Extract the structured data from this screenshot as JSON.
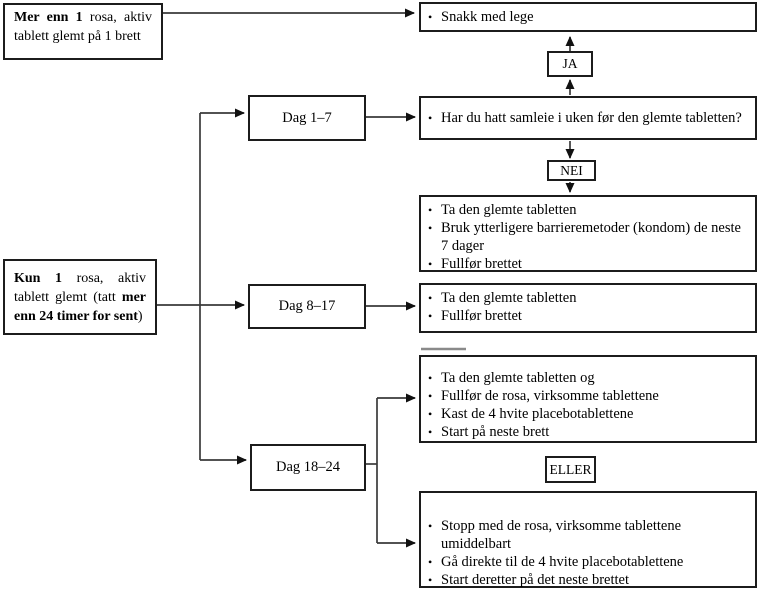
{
  "colors": {
    "border": "#1c1c1c",
    "line": "#3a3a3a",
    "arrow": "#111111",
    "stray": "#8a8a8a",
    "text": "#000000",
    "bg": "#ffffff"
  },
  "flowchart": {
    "conditions": {
      "multiple_missed": {
        "segments": [
          {
            "text": "Mer enn 1",
            "bold": true
          },
          {
            "text": " rosa, aktiv tablett glemt på 1 brett",
            "bold": false
          }
        ]
      },
      "single_missed": {
        "segments": [
          {
            "text": "Kun 1",
            "bold": true
          },
          {
            "text": " rosa, aktiv tablett glemt (tatt ",
            "bold": false
          },
          {
            "text": "mer enn 24 timer for sent",
            "bold": true
          },
          {
            "text": ")",
            "bold": false
          }
        ]
      }
    },
    "day_ranges": {
      "d1_7": "Dag 1–7",
      "d8_17": "Dag 8–17",
      "d18_24": "Dag 18–24"
    },
    "connector_labels": {
      "yes": "JA",
      "no": "NEI",
      "or": "ELLER"
    },
    "actions": {
      "talk_doctor": [
        "Snakk med lege"
      ],
      "question": [
        "Har du hatt samleie i uken før den glemte tabletten?"
      ],
      "day_1_7": [
        "Ta den glemte tabletten",
        "Bruk ytterligere barrieremetoder (kondom) de neste\n7 dager",
        "Fullfør brettet"
      ],
      "day_8_17": [
        "Ta den glemte tabletten",
        "Fullfør brettet"
      ],
      "day_18_24_option1": [
        "Ta den glemte tabletten og",
        "Fullfør de rosa, virksomme tablettene",
        "Kast de 4 hvite placebotablettene",
        "Start på neste brett"
      ],
      "day_18_24_option2": [
        "Stopp med de rosa, virksomme tablettene umiddelbart",
        "Gå direkte til de 4 hvite placebotablettene",
        "Start deretter på det neste brettet"
      ]
    }
  }
}
